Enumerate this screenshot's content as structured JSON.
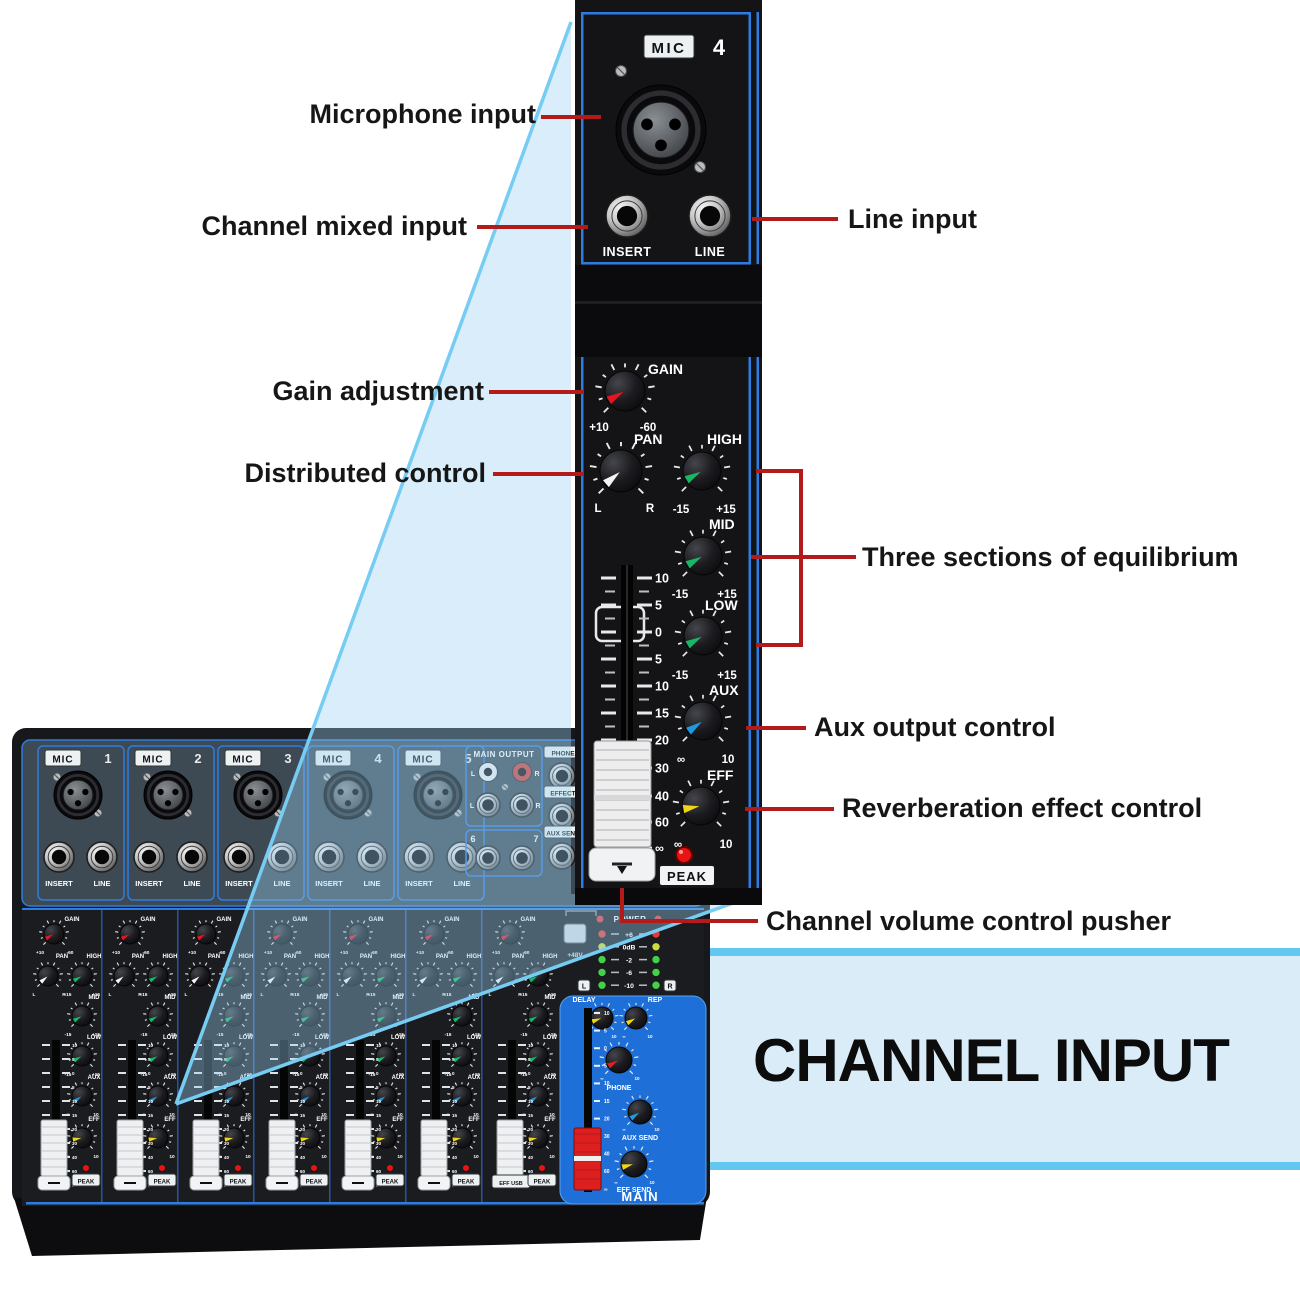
{
  "banner": {
    "title": "CHANNEL INPUT",
    "band_color": "#d9ecf7",
    "border_color": "#62c8ef"
  },
  "callouts": [
    {
      "id": "microphone-input",
      "text": "Microphone input"
    },
    {
      "id": "channel-mixed-input",
      "text": "Channel mixed input"
    },
    {
      "id": "line-input",
      "text": "Line input"
    },
    {
      "id": "gain-adjustment",
      "text": "Gain adjustment"
    },
    {
      "id": "distributed-control",
      "text": "Distributed control"
    },
    {
      "id": "three-sections",
      "text": "Three sections of equilibrium"
    },
    {
      "id": "aux-output",
      "text": "Aux output control"
    },
    {
      "id": "reverberation",
      "text": "Reverberation effect control"
    },
    {
      "id": "channel-volume",
      "text": "Channel volume control pusher"
    }
  ],
  "colors": {
    "accent_blue": "#2e7ce0",
    "wedge_line": "#76ccf2",
    "callout_red": "#b31a1a",
    "panel_black": "#141417",
    "jack_panel": "#3d4953",
    "master_blue": "#1f6fd8"
  },
  "strip": {
    "mic_badge": "MIC",
    "channel_number": "4",
    "insert": "INSERT",
    "line": "LINE",
    "peak": "PEAK",
    "fader_scale": [
      "10",
      "5",
      "0",
      "5",
      "10",
      "15",
      "20",
      "30",
      "40",
      "60",
      "∞"
    ],
    "knobs": [
      {
        "label": "GAIN",
        "min": "+10",
        "max": "-60",
        "color": "#e01622"
      },
      {
        "label": "PAN",
        "min": "L",
        "max": "R",
        "color": "#f5f5f5"
      },
      {
        "label": "HIGH",
        "min": "-15",
        "max": "+15",
        "color": "#16b864"
      },
      {
        "label": "MID",
        "min": "-15",
        "max": "+15",
        "color": "#16b864"
      },
      {
        "label": "LOW",
        "min": "-15",
        "max": "+15",
        "color": "#16b864"
      },
      {
        "label": "AUX",
        "min": "∞",
        "max": "10",
        "color": "#1e9be0"
      },
      {
        "label": "EFF",
        "min": "∞",
        "max": "10",
        "color": "#f0d713"
      }
    ]
  },
  "mixer": {
    "mic_badge": "MIC",
    "channels": [
      "1",
      "2",
      "3",
      "4",
      "5"
    ],
    "insert": "INSERT",
    "line": "LINE",
    "main_output": {
      "title": "MAIN OUTPUT",
      "left": "L",
      "right": "R",
      "ch6": "6",
      "ch7": "7"
    },
    "side_jacks": [
      "PHONE",
      "EFFECT",
      "AUX SEND"
    ],
    "strip_count": 7,
    "peak": "PEAK",
    "ch7_badge": "EFF USB",
    "master": {
      "power": "POWER",
      "phantom": "+48V",
      "meter_rows": [
        "+6",
        "0dB",
        "-2",
        "-6",
        "-10"
      ],
      "meter_left": "L",
      "meter_right": "R",
      "main": "MAIN",
      "knobs": [
        {
          "label": "DELAY",
          "min": "∞",
          "max": "10",
          "color": "#f0d713"
        },
        {
          "label": "REP",
          "min": "∞",
          "max": "10",
          "color": "#f0d713"
        },
        {
          "label": "PHONE",
          "min": "∞",
          "max": "10",
          "color": "#e02020"
        },
        {
          "label": "AUX SEND",
          "min": "∞",
          "max": "10",
          "color": "#1e9be0"
        },
        {
          "label": "EFF SEND",
          "min": "∞",
          "max": "10",
          "color": "#f0d713"
        }
      ]
    }
  }
}
